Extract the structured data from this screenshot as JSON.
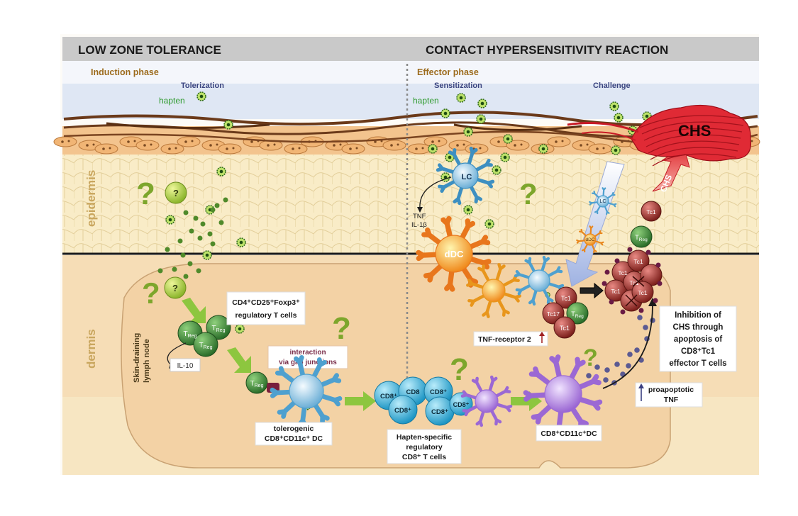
{
  "header": {
    "left_title": "LOW ZONE TOLERANCE",
    "right_title": "CONTACT  HYPERSENSITIVITY  REACTION"
  },
  "phases": {
    "induction": "Induction phase",
    "effector": "Effector phase",
    "tolerization": "Tolerization",
    "sensitization": "Sensitization",
    "challenge": "Challenge"
  },
  "labels": {
    "hapten_left": "hapten",
    "hapten_right": "hapten",
    "epidermis": "epidermis",
    "dermis": "dermis",
    "lymph_node_1": "Skin-draining",
    "lymph_node_2": "lymph node",
    "question": "?",
    "treg_line1": "CD4⁺CD25⁺Foxp3⁺",
    "treg_line2": "regulatory T cells",
    "il10": "IL-10",
    "gap_line1": "interaction",
    "gap_line2": "via gap junctions",
    "toldc_line1": "tolerogenic",
    "toldc_line2": "CD8⁺CD11c⁺ DC",
    "hapten_reg_1": "Hapten-specific",
    "hapten_reg_2": "regulatory",
    "hapten_reg_3": "CD8⁺ T cells",
    "cd8dc": "CD8⁺CD11c⁺DC",
    "tnf_receptor": "TNF-receptor 2",
    "inhib_1": "Inhibition  of",
    "inhib_2": "CHS through",
    "inhib_3": "apoptosis of",
    "inhib_4": "CD8⁺Tc1",
    "inhib_5": "effector T cells",
    "proapop_1": "proapoptotic",
    "proapop_2": "TNF",
    "tnf": "TNF",
    "il1b": "IL-1β",
    "lc": "LC",
    "ddc": "dDC",
    "chs": "CHS",
    "chs_arrow": "CHS",
    "treg": "T",
    "treg_sub": "Reg",
    "tc1": "Tc1",
    "tc17": "Tc17",
    "cd8": "CD8⁺",
    "cd8_plain": "CD8",
    "lc_small": "LC",
    "ddc_small": "dDC"
  },
  "colors": {
    "header_bar": "#c8c8c8",
    "epidermis_bg": "#f8e9c2",
    "dermis_bg": "#f6dcb4",
    "lymph_node": "#f3d3a6",
    "sky": "#dfe7f4",
    "treg_green": "#3e8f3a",
    "tc1_red": "#a1342e",
    "cd8_cyan": "#35b8df",
    "dc_purple": "#a679d6",
    "green_arrow": "#8dc63f",
    "chs_red": "#e02c36"
  }
}
